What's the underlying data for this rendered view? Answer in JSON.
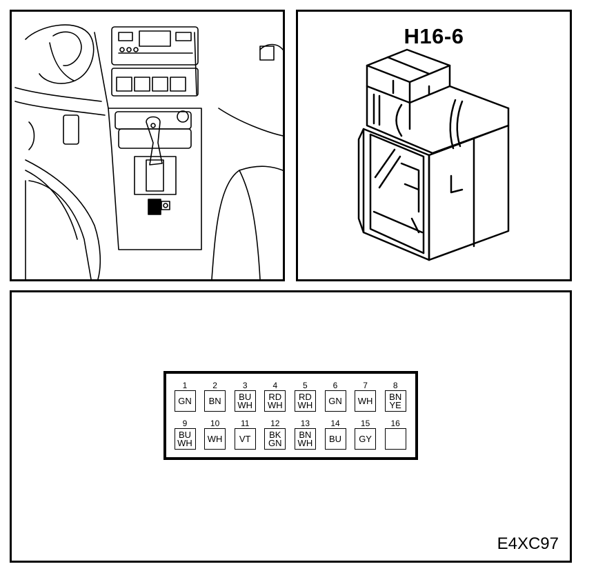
{
  "connector": {
    "id": "H16-6",
    "drawing_code": "E4XC97"
  },
  "pins": {
    "top": [
      {
        "num": "1",
        "colors": [
          "GN"
        ]
      },
      {
        "num": "2",
        "colors": [
          "BN"
        ]
      },
      {
        "num": "3",
        "colors": [
          "BU",
          "WH"
        ]
      },
      {
        "num": "4",
        "colors": [
          "RD",
          "WH"
        ]
      },
      {
        "num": "5",
        "colors": [
          "RD",
          "WH"
        ]
      },
      {
        "num": "6",
        "colors": [
          "GN"
        ]
      },
      {
        "num": "7",
        "colors": [
          "WH"
        ]
      },
      {
        "num": "8",
        "colors": [
          "BN",
          "YE"
        ]
      }
    ],
    "bottom": [
      {
        "num": "9",
        "colors": [
          "BU",
          "WH"
        ]
      },
      {
        "num": "10",
        "colors": [
          "WH"
        ]
      },
      {
        "num": "11",
        "colors": [
          "VT"
        ]
      },
      {
        "num": "12",
        "colors": [
          "BK",
          "GN"
        ]
      },
      {
        "num": "13",
        "colors": [
          "BN",
          "WH"
        ]
      },
      {
        "num": "14",
        "colors": [
          "BU"
        ]
      },
      {
        "num": "15",
        "colors": [
          "GY"
        ]
      },
      {
        "num": "16",
        "colors": []
      }
    ]
  }
}
